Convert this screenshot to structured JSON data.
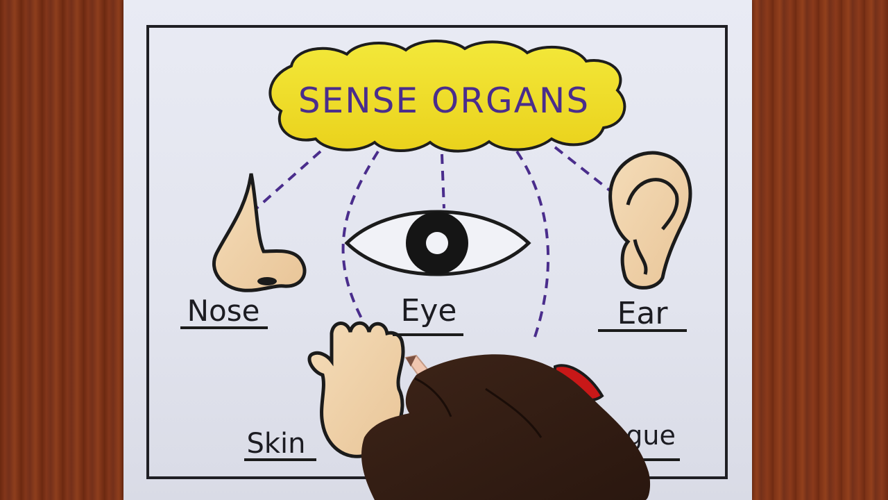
{
  "poster": {
    "title": "SENSE ORGANS",
    "labels": {
      "nose": "Nose",
      "eye": "Eye",
      "ear": "Ear",
      "skin": "Skin",
      "tongue": "ngue"
    }
  },
  "colors": {
    "cloud_fill": "#f2e52a",
    "title_ink": "#4a2d8c",
    "dash_ink": "#4a2d8c",
    "skin_tone": "#f0d2a8",
    "lip_red": "#c81818",
    "outline": "#1a1a1a",
    "wood": "#7e3317"
  }
}
